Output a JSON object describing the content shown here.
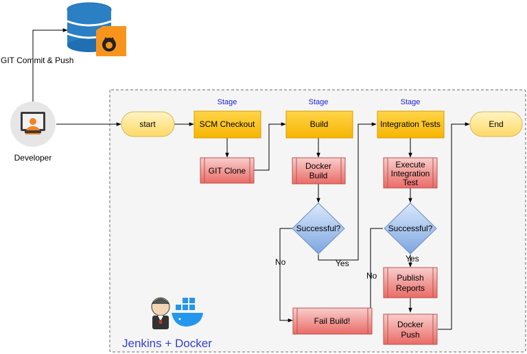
{
  "repo": {
    "commit_label": "GIT Commit & Push",
    "icon": "github-repository-database"
  },
  "developer": {
    "label": "Developer",
    "icon": "developer-monitor-person"
  },
  "stages": {
    "stage1": "Stage",
    "stage2": "Stage",
    "stage3": "Stage"
  },
  "nodes": {
    "start": "start",
    "scm_checkout": "SCM Checkout",
    "git_clone": "GIT Clone",
    "build": "Build",
    "docker_build_line1": "Docker",
    "docker_build_line2": "Build",
    "successful1": "Successful?",
    "fail_build": "Fail Build!",
    "integration_tests": "Integration Tests",
    "exec_test_line1": "Execute",
    "exec_test_line2": "Integration",
    "exec_test_line3": "Test",
    "successful2": "Successful?",
    "publish_line1": "Publish",
    "publish_line2": "Reports",
    "docker_push_line1": "Docker",
    "docker_push_line2": "Push",
    "end": "End"
  },
  "edges": {
    "no1": "No",
    "yes1": "Yes",
    "no2": "No",
    "yes2": "Yes"
  },
  "branding": {
    "title": "Jenkins + Docker",
    "icon": "jenkins-docker-logo"
  },
  "colors": {
    "stage_fill": "#ffcc00",
    "stage_stroke": "#d79b00",
    "task_fill": "#f8cecc",
    "task_stroke": "#b85450",
    "decision_fill": "#dae8fc",
    "decision_stroke": "#6c8ebf",
    "terminal_fill": "#fff2cc",
    "terminal_stroke": "#d6b656",
    "github_orange": "#f7941d",
    "database_blue": "#1f6fb2"
  }
}
